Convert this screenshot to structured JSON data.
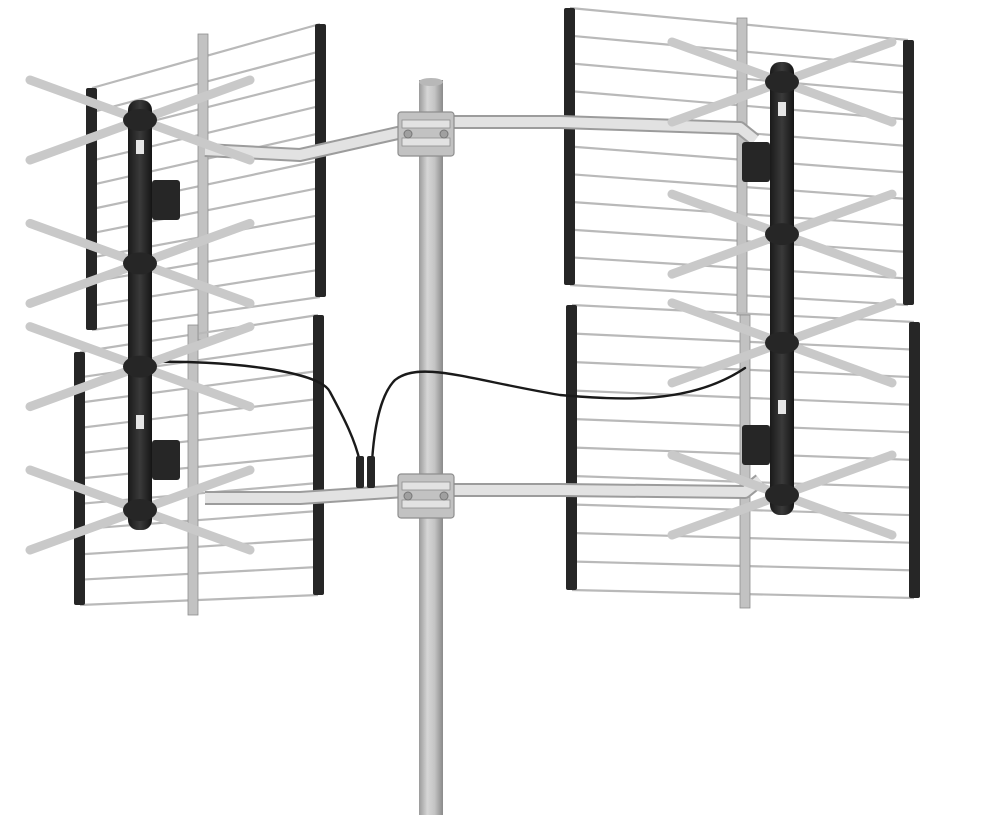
{
  "image": {
    "subject": "outdoor-tv-antenna",
    "colors": {
      "background": "#ffffff",
      "metal": "#c2c2c2",
      "metal_dark": "#8e8e8e",
      "metal_light": "#e2e2e2",
      "reflector_rod": "#b9b9b9",
      "black_plastic": "#262626",
      "cable": "#1a1a1a"
    },
    "panels": [
      {
        "id": "upper-left"
      },
      {
        "id": "lower-left"
      },
      {
        "id": "upper-right"
      },
      {
        "id": "lower-right"
      }
    ]
  }
}
